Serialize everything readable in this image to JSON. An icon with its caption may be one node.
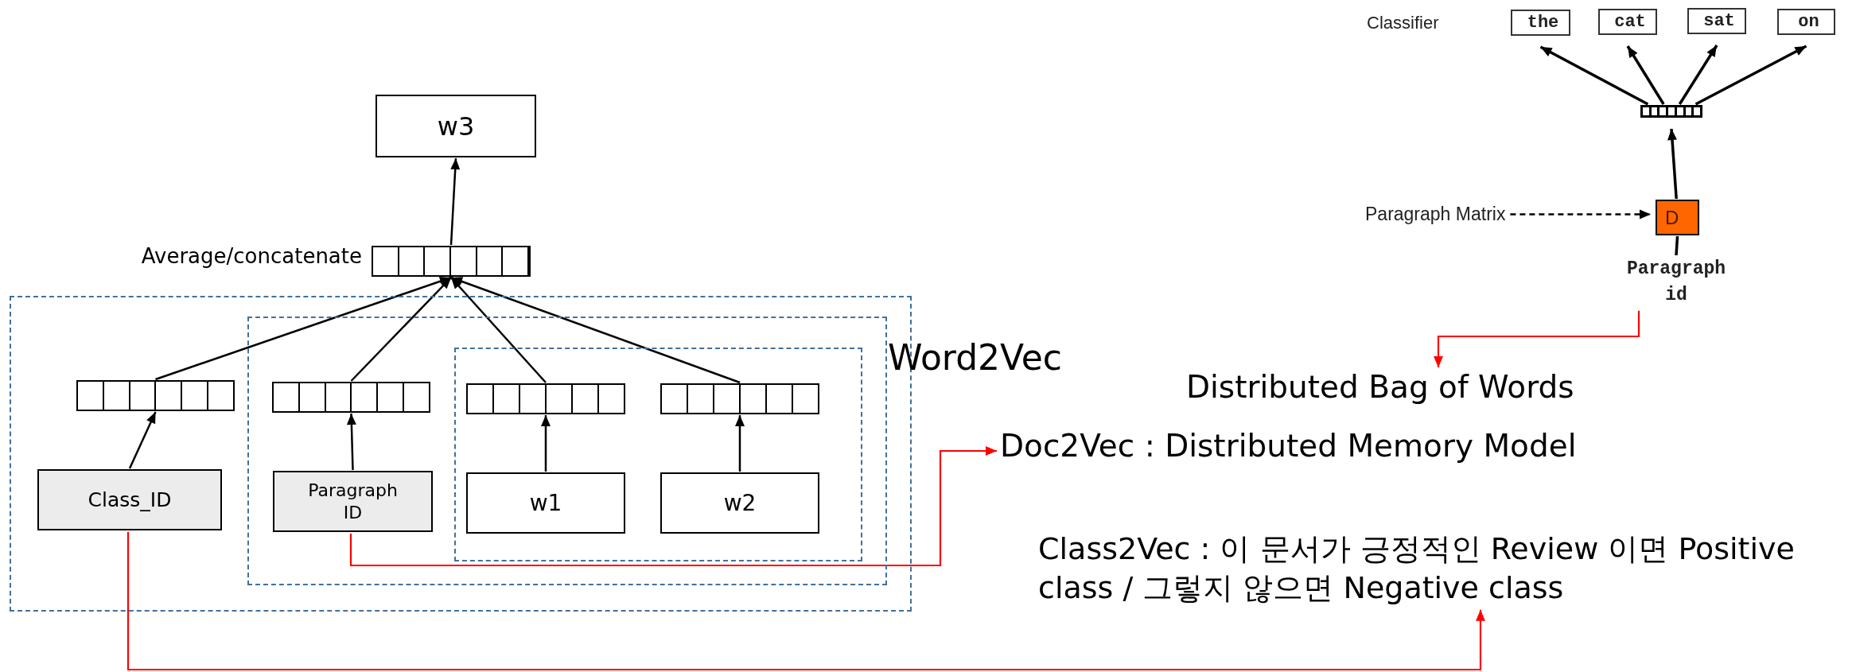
{
  "diagram": {
    "nodes": [
      {
        "text": [
          "w3"
        ]
      },
      {
        "text": [],
        "shape": "bar",
        "beside": [
          "Average/concatenate"
        ]
      },
      {
        "text": [],
        "shape": "box"
      },
      {
        "text": [],
        "shape": "box",
        "in": 2
      },
      {
        "text": [],
        "shape": "box",
        "in": 3
      },
      {
        "text": [],
        "shape": "bar",
        "in": 2
      },
      {
        "text": [],
        "shape": "bar",
        "in": 3
      },
      {
        "text": [],
        "shape": "bar",
        "in": 4
      },
      {
        "text": [],
        "shape": "bar",
        "in": 4
      },
      {
        "text": [
          "Class_ID"
        ],
        "in": 2
      },
      {
        "text": [
          "Paragraph ID"
        ],
        "in": 3
      },
      {
        "text": [
          "w1"
        ],
        "in": 4
      },
      {
        "text": [
          "w2"
        ],
        "in": 4
      },
      {
        "text": [
          "the"
        ]
      },
      {
        "text": [
          "cat"
        ]
      },
      {
        "text": [
          "sat"
        ]
      },
      {
        "text": [
          "on"
        ]
      },
      {
        "text": [],
        "shape": "bar"
      },
      {
        "text": [
          "D"
        ]
      },
      {
        "text": [
          "Paragraph Matrix"
        ]
      },
      {
        "text": [
          "Paragraph id"
        ]
      },
      {
        "text": [
          "Distributed Bag of Words"
        ]
      },
      {
        "text": [
          "Doc2Vec : Distributed Memory Model"
        ]
      },
      {
        "text": [
          "Class2Vec : 이 문서가 긍정적인 Review 이면 Positive class / 그렇지 않으면 Negative class"
        ]
      }
    ],
    "edges": [
      {
        "from": 1,
        "to": 0,
        "arrow": "to"
      },
      {
        "from": 5,
        "to": 1,
        "arrow": "to"
      },
      {
        "from": 6,
        "to": 1,
        "arrow": "to"
      },
      {
        "from": 7,
        "to": 1,
        "arrow": "to"
      },
      {
        "from": 8,
        "to": 1,
        "arrow": "to"
      },
      {
        "from": 9,
        "to": 5,
        "arrow": "to"
      },
      {
        "from": 10,
        "to": 6,
        "arrow": "to"
      },
      {
        "from": 11,
        "to": 7,
        "arrow": "to"
      },
      {
        "from": 12,
        "to": 8,
        "arrow": "to"
      },
      {
        "from": 17,
        "to": 13,
        "arrow": "to"
      },
      {
        "from": 17,
        "to": 14,
        "arrow": "to"
      },
      {
        "from": 17,
        "to": 15,
        "arrow": "to"
      },
      {
        "from": 17,
        "to": 16,
        "arrow": "to"
      },
      {
        "from": 18,
        "to": 17,
        "arrow": "to"
      },
      {
        "from": 19,
        "to": 18,
        "arrow": "to",
        "style": "dashed"
      },
      {
        "from": 20,
        "to": 18,
        "arrow": "none"
      },
      {
        "from": 20,
        "to": 21,
        "arrow": "to",
        "color": "#ff0000"
      },
      {
        "from": 10,
        "to": 22,
        "arrow": "to",
        "color": "#ff0000"
      },
      {
        "from": 9,
        "to": 23,
        "arrow": "to",
        "color": "#ff0000"
      }
    ],
    "labels": [
      "Classifier",
      "Word2Vec"
    ]
  }
}
